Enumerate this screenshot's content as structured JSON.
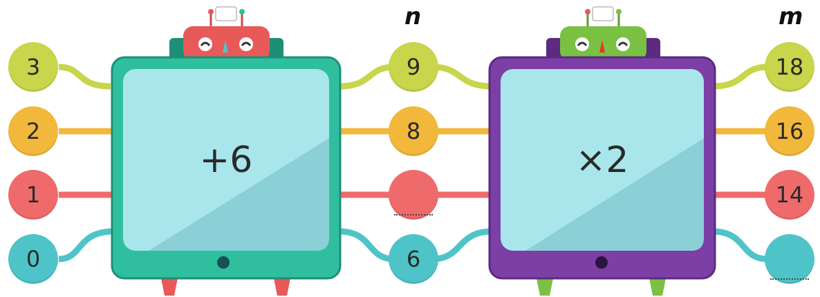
{
  "colors": {
    "yellow_green": "#c9d54a",
    "orange": "#f2b83b",
    "red": "#ef6b6b",
    "teal": "#4fc4c8",
    "machine1_body": "#2fbf9f",
    "machine2_body": "#7b3fa6",
    "screen": "#a9e6ec",
    "robot1_head": "#e85a5a",
    "robot2_head": "#7ac143"
  },
  "inputs": [
    "3",
    "2",
    "1",
    "0"
  ],
  "middle": [
    "9",
    "8",
    "",
    "6"
  ],
  "outputs": [
    "18",
    "16",
    "14",
    ""
  ],
  "labels": {
    "n": "n",
    "m": "m"
  },
  "machine1": {
    "operation": "+6"
  },
  "machine2": {
    "operation": "×2"
  }
}
